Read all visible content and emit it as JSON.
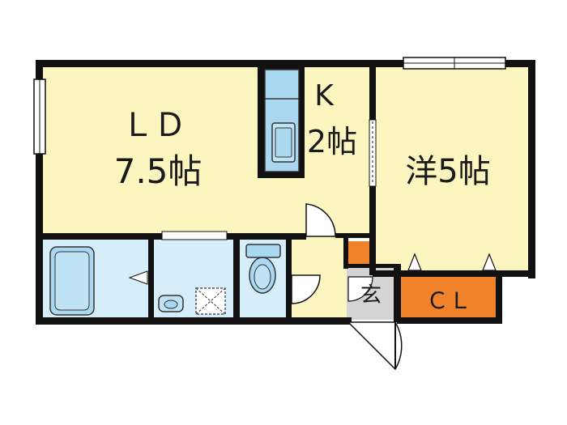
{
  "rooms": {
    "ld": {
      "label_line1": "ＬＤ",
      "label_line2": "7.5帖"
    },
    "kitchen": {
      "label_line1": "K",
      "label_line2": "2帖"
    },
    "western": {
      "label": "洋5帖"
    },
    "entrance": {
      "label": "玄"
    },
    "closet": {
      "label": "ＣＬ"
    }
  },
  "colors": {
    "living_floor": "#fbf5c0",
    "wet_area_floor": "#d6eefa",
    "fixture_blue": "#a9d8f0",
    "closet_orange": "#f0832a",
    "entrance_gray": "#d4d4d4",
    "wall": "#111111"
  },
  "icons": [
    "bathtub-icon",
    "sink-icon",
    "washer-pan-icon",
    "toilet-icon",
    "kitchen-sink-icon",
    "door-swing-icon",
    "window-icon"
  ]
}
